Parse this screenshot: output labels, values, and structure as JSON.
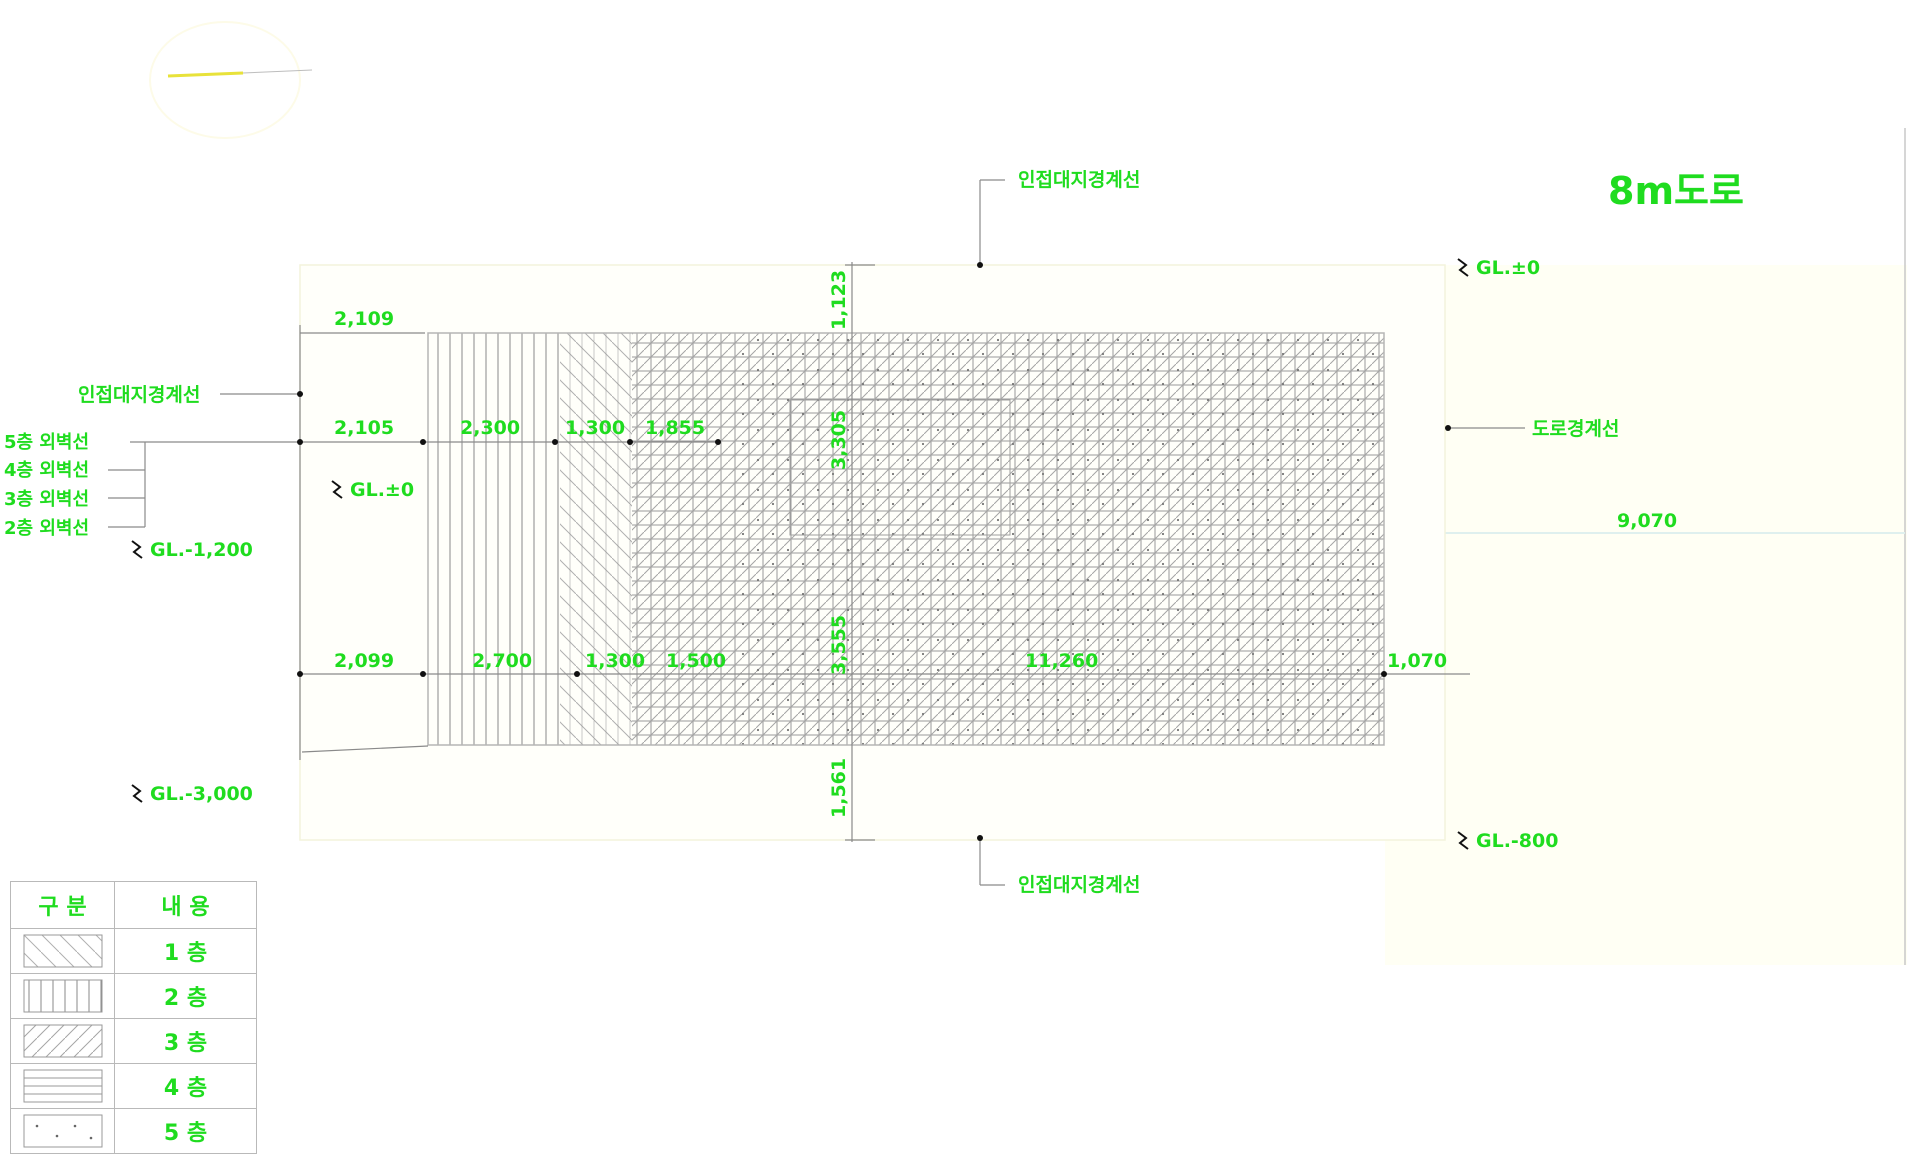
{
  "colors": {
    "text": "#1fdc1f",
    "line": "#9a9a9a",
    "hatch": "#8d8d8d",
    "road_fill": "#fffff2",
    "arrow": "#e8e23a",
    "dim_line": "#cfe8cf"
  },
  "title": "8m도로",
  "boundaries": {
    "top": "인접대지경계선",
    "bottom": "인접대지경계선",
    "left": "인접대지경계선",
    "road": "도로경계선"
  },
  "levels": {
    "gl_top_right": "GL.±0",
    "gl_left": "GL.±0",
    "gl_minus_1200": "GL.-1,200",
    "gl_minus_3000": "GL.-3,000",
    "gl_minus_800": "GL.-800"
  },
  "floor_outlines": [
    "5층 외벽선",
    "4층 외벽선",
    "3층 외벽선",
    "2층 외벽선"
  ],
  "dimensions": {
    "top_row": [
      "2,109"
    ],
    "middle_row": [
      "2,105",
      "2,300",
      "1,300",
      "1,855"
    ],
    "bottom_row": [
      "2,099",
      "2,700",
      "1,300",
      "1,500",
      "11,260",
      "1,070"
    ],
    "vertical": [
      "1,123",
      "3,305",
      "3,555",
      "1,561"
    ],
    "right_span": "9,070"
  },
  "legend": {
    "header": [
      "구 분",
      "내 용"
    ],
    "rows": [
      {
        "pattern": "diagonal-light",
        "label": "1 층"
      },
      {
        "pattern": "vertical",
        "label": "2 층"
      },
      {
        "pattern": "diagonal",
        "label": "3 층"
      },
      {
        "pattern": "horizontal",
        "label": "4 층"
      },
      {
        "pattern": "dots",
        "label": "5 층"
      }
    ]
  }
}
